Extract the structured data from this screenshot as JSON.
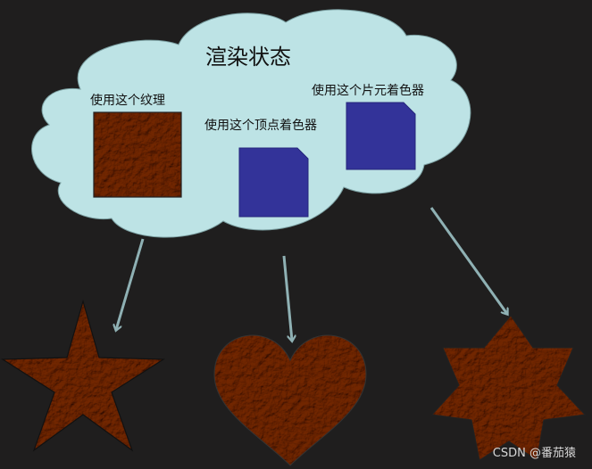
{
  "diagram": {
    "title": "渲染状态",
    "labels": {
      "texture": "使用这个纹理",
      "vertex_shader": "使用这个顶点着色器",
      "fragment_shader": "使用这个片元着色器"
    },
    "watermark": "CSDN @番茄猿"
  },
  "colors": {
    "background": "#1f1e1e",
    "cloud_fill": "#bde3e5",
    "shader_icon": "#333399",
    "texture_base": "#8a4a22",
    "arrow": "#8fb1b4"
  },
  "icons": [
    "cloud-shape",
    "texture-swatch",
    "shader-file-icon",
    "star-shape",
    "heart-shape",
    "seven-point-star-shape",
    "arrow"
  ]
}
